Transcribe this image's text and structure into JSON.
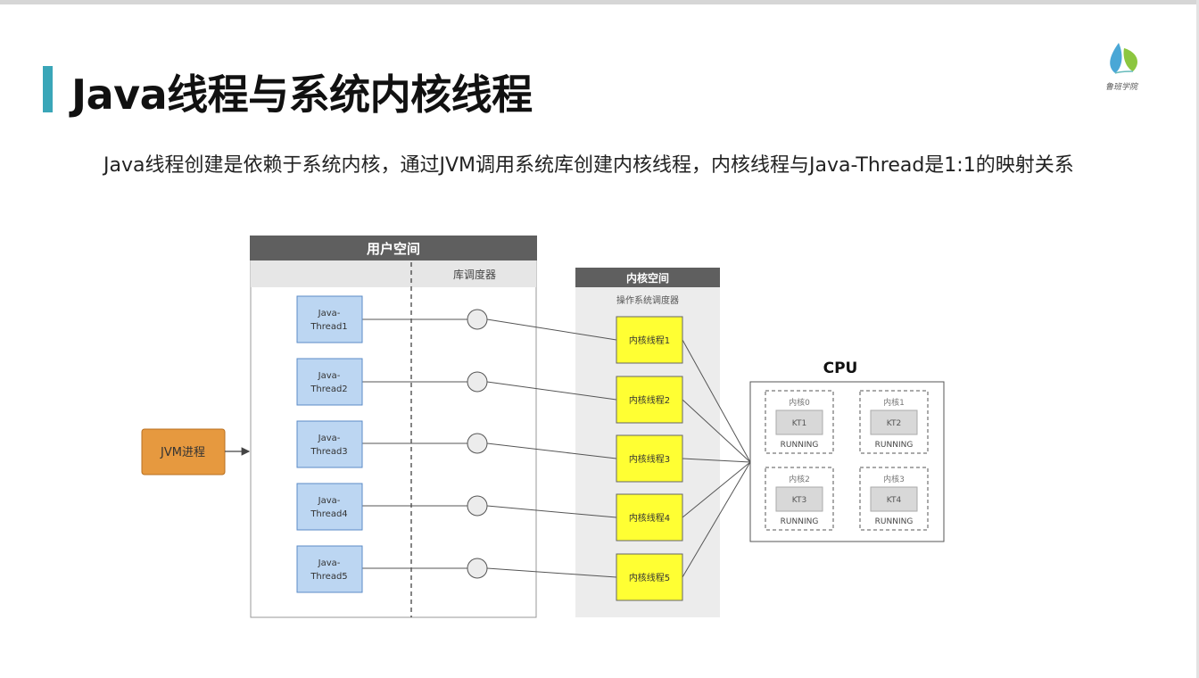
{
  "slide": {
    "title": "Java线程与系统内核线程",
    "description": "Java线程创建是依赖于系统内核，通过JVM调用系统库创建内核线程，内核线程与Java-Thread是1:1的映射关系",
    "logo_text": "鲁班学院",
    "accent_color": "#3aa6b8"
  },
  "diagram": {
    "user_space_label": "用户空间",
    "library_scheduler_label": "库调度器",
    "kernel_space_label": "内核空间",
    "os_scheduler_label": "操作系统调度器",
    "jvm_process_label": "JVM进程",
    "java_threads": [
      {
        "line1": "Java-",
        "line2": "Thread1"
      },
      {
        "line1": "Java-",
        "line2": "Thread2"
      },
      {
        "line1": "Java-",
        "line2": "Thread3"
      },
      {
        "line1": "Java-",
        "line2": "Thread4"
      },
      {
        "line1": "Java-",
        "line2": "Thread5"
      }
    ],
    "kernel_threads": [
      "内核线程1",
      "内核线程2",
      "内核线程3",
      "内核线程4",
      "内核线程5"
    ],
    "cpu_label": "CPU",
    "cores": [
      {
        "name": "内核0",
        "kt": "KT1",
        "state": "RUNNING"
      },
      {
        "name": "内核1",
        "kt": "KT2",
        "state": "RUNNING"
      },
      {
        "name": "内核2",
        "kt": "KT3",
        "state": "RUNNING"
      },
      {
        "name": "内核3",
        "kt": "KT4",
        "state": "RUNNING"
      }
    ],
    "colors": {
      "header_dark": "#5f5f5f",
      "header_light": "#e6e6e6",
      "java_thread_fill": "#bcd6f2",
      "java_thread_stroke": "#5b8bc7",
      "kernel_thread_fill": "#ffff33",
      "kernel_thread_stroke": "#666666",
      "jvm_fill": "#e6993f",
      "jvm_stroke": "#b87020",
      "kernel_space_bg": "#ececec"
    }
  }
}
